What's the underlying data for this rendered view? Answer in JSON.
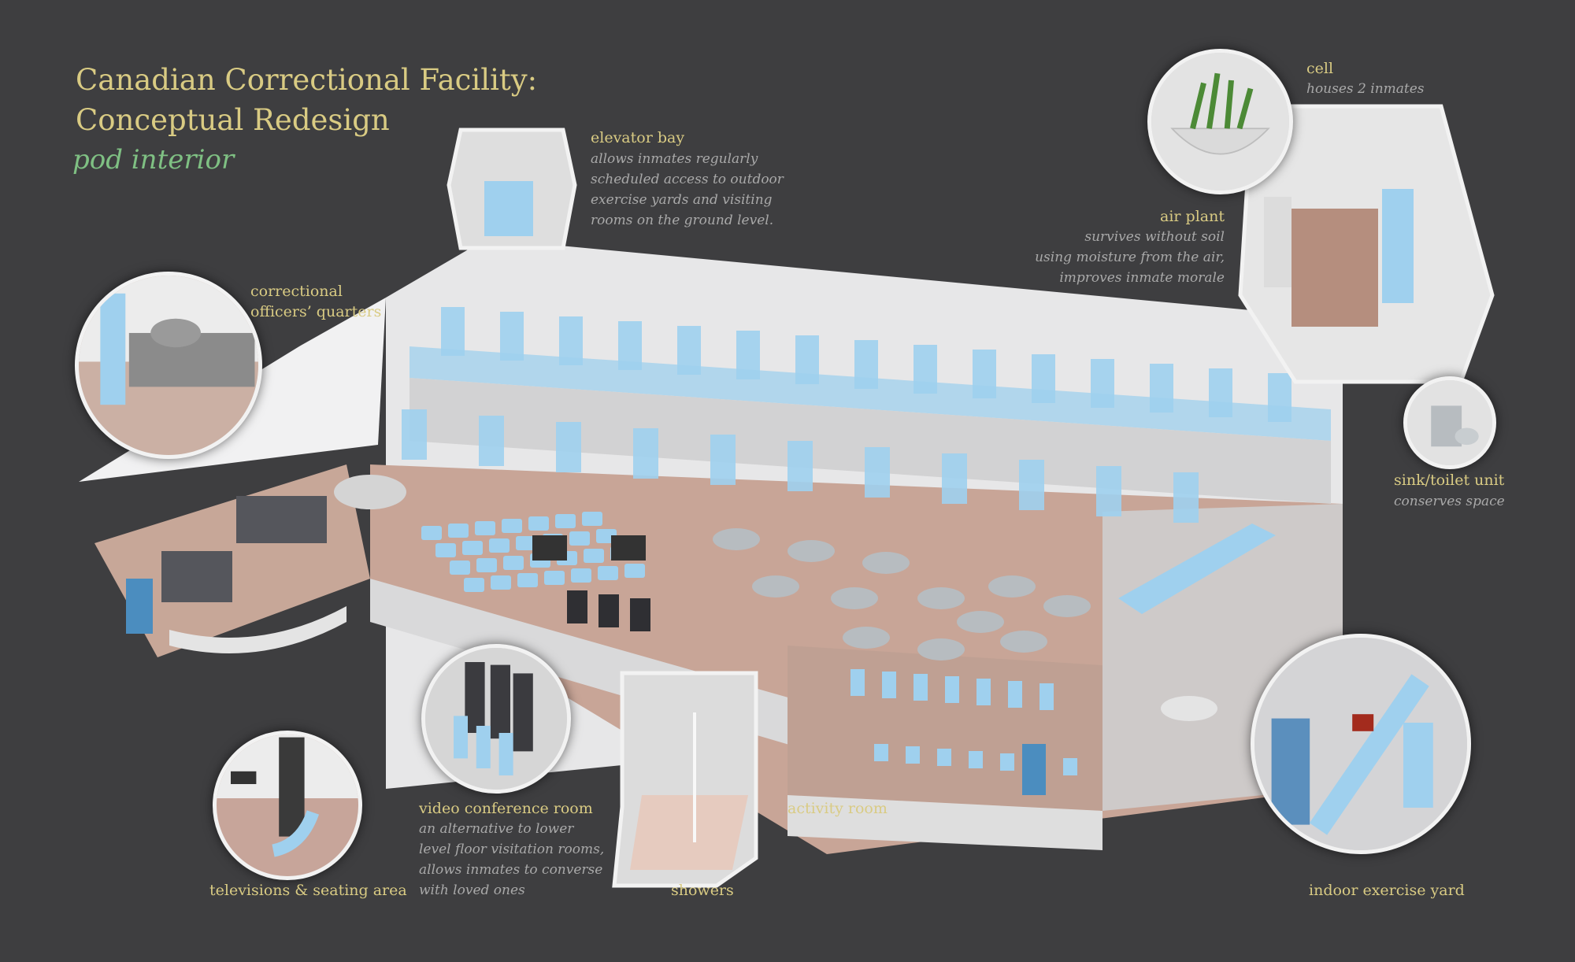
{
  "title": {
    "line1": "Canadian Correctional Facility:",
    "line2": "Conceptual Redesign",
    "subtitle": "pod interior"
  },
  "labels": {
    "elevator": {
      "name": "elevator bay",
      "desc": [
        "allows inmates regularly",
        "scheduled access to outdoor",
        "exercise yards and visiting",
        "rooms on the ground level."
      ]
    },
    "officers": {
      "name": [
        "correctional",
        "officers’ quarters"
      ]
    },
    "cell": {
      "name": "cell",
      "desc": "houses 2 inmates"
    },
    "airplant": {
      "name": "air plant",
      "desc": [
        "survives without soil",
        "using moisture from the air,",
        "improves inmate morale"
      ]
    },
    "sink": {
      "name": "sink/toilet unit",
      "desc": "conserves space"
    },
    "tv": {
      "name": "televisions & seating area"
    },
    "video": {
      "name": "video conference room",
      "desc": [
        "an alternative to lower",
        "level floor visitation rooms,",
        "allows inmates to converse",
        "with loved ones"
      ]
    },
    "showers": {
      "name": "showers"
    },
    "activity": {
      "name": "activity room"
    },
    "exercise": {
      "name": "indoor exercise yard"
    }
  },
  "colors": {
    "background": "#3e3e40",
    "label": "#d9cb83",
    "subtitle": "#7fc083",
    "desc": "#a9a9a9",
    "door": "#9fd0ee",
    "floor": "#c9a595",
    "wall": "#e9e9ea"
  },
  "icons": [
    "elevator-icon",
    "officers-quarters-icon",
    "air-plant-icon",
    "cell-icon",
    "sink-toilet-icon",
    "tv-seating-icon",
    "video-conference-icon",
    "shower-icon",
    "exercise-yard-icon"
  ]
}
